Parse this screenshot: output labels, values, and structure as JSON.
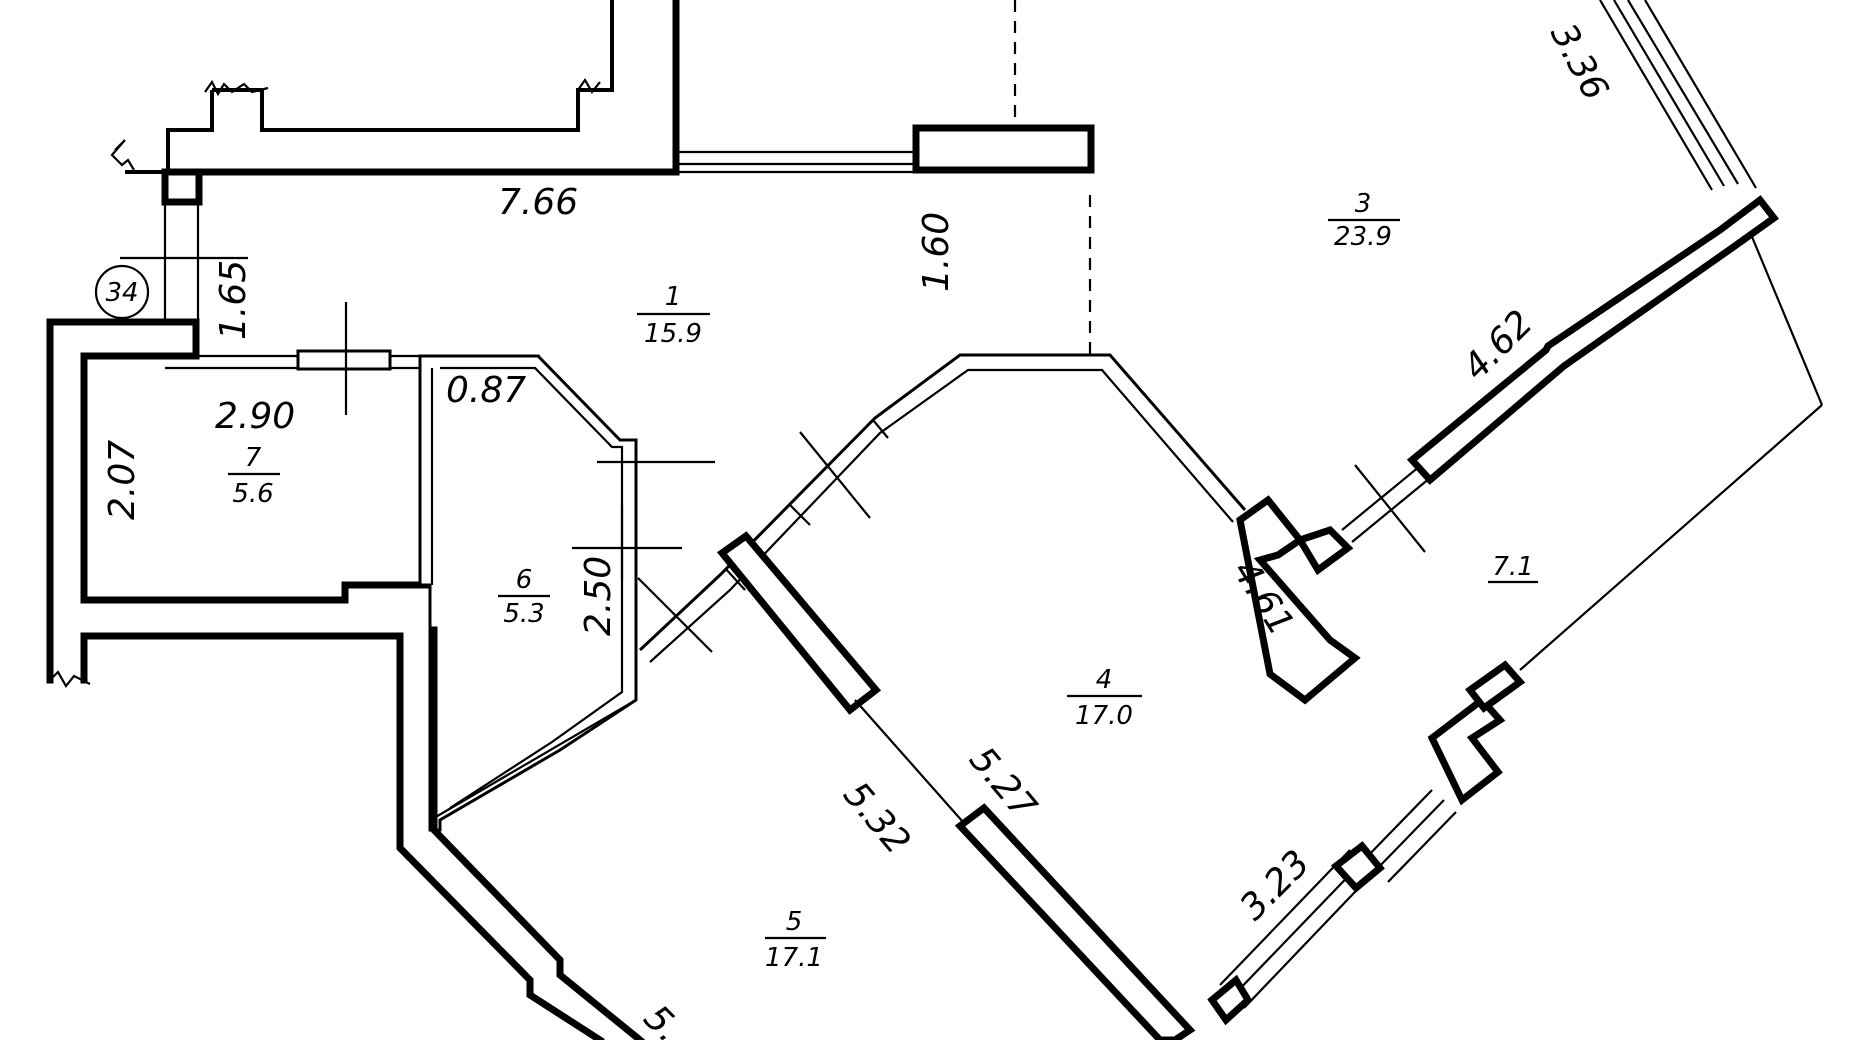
{
  "rooms": [
    {
      "number": "1",
      "area": "15.9"
    },
    {
      "number": "3",
      "area": "23.9"
    },
    {
      "number": "4",
      "area": "17.0"
    },
    {
      "number": "5",
      "area": "17.1"
    },
    {
      "number": "6",
      "area": "5.3"
    },
    {
      "number": "7",
      "area": "5.6"
    },
    {
      "number": "",
      "area": "7.1"
    }
  ],
  "dimensions": [
    "7.66",
    "1.60",
    "1.65",
    "2.90",
    "0.87",
    "2.07",
    "2.50",
    "4.62",
    "4.61",
    "5.27",
    "5.32",
    "3.23",
    "3.36",
    "5."
  ],
  "axis_marker": "34"
}
